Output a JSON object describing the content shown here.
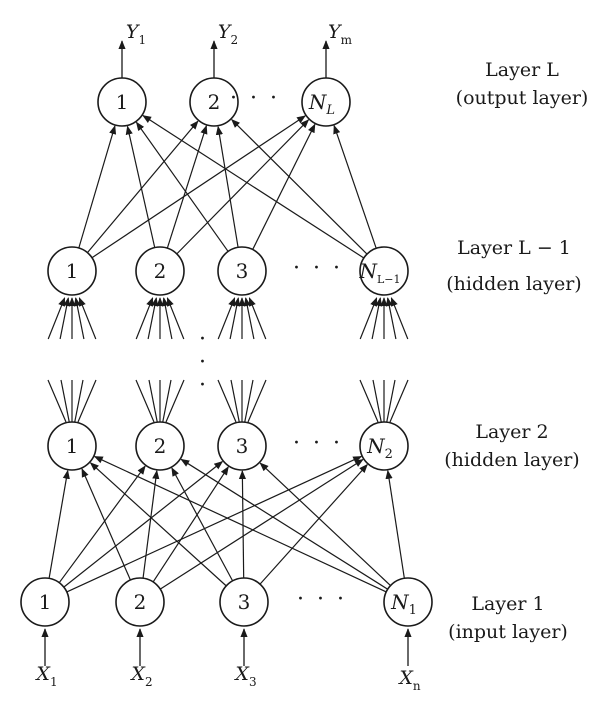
{
  "layers": [
    {
      "id": "output",
      "title": "Layer L",
      "subtitle": "(output layer)",
      "nodes": [
        {
          "main": "1",
          "sub": ""
        },
        {
          "main": "2",
          "sub": ""
        },
        {
          "main": "N",
          "sub": "L"
        }
      ],
      "ellipsis": "· · ·",
      "outputs": [
        {
          "main": "Y",
          "sub": "1"
        },
        {
          "main": "Y",
          "sub": "2"
        },
        {
          "main": "Y",
          "sub": "m"
        }
      ]
    },
    {
      "id": "hidden-last",
      "title": "Layer L − 1",
      "subtitle": "(hidden layer)",
      "nodes": [
        {
          "main": "1",
          "sub": ""
        },
        {
          "main": "2",
          "sub": ""
        },
        {
          "main": "3",
          "sub": ""
        },
        {
          "main": "N",
          "sub": "L−1"
        }
      ],
      "ellipsis": "· · ·"
    },
    {
      "id": "hidden-2",
      "title": "Layer 2",
      "subtitle": "(hidden layer)",
      "nodes": [
        {
          "main": "1",
          "sub": ""
        },
        {
          "main": "2",
          "sub": ""
        },
        {
          "main": "3",
          "sub": ""
        },
        {
          "main": "N",
          "sub": "2"
        }
      ],
      "ellipsis": "· · ·"
    },
    {
      "id": "input",
      "title": "Layer 1",
      "subtitle": "(input layer)",
      "nodes": [
        {
          "main": "1",
          "sub": ""
        },
        {
          "main": "2",
          "sub": ""
        },
        {
          "main": "3",
          "sub": ""
        },
        {
          "main": "N",
          "sub": "1"
        }
      ],
      "ellipsis": "· · ·",
      "inputs": [
        {
          "main": "X",
          "sub": "1"
        },
        {
          "main": "X",
          "sub": "2"
        },
        {
          "main": "X",
          "sub": "3"
        },
        {
          "main": "X",
          "sub": "n"
        }
      ]
    }
  ],
  "vertical_ellipsis": "·"
}
